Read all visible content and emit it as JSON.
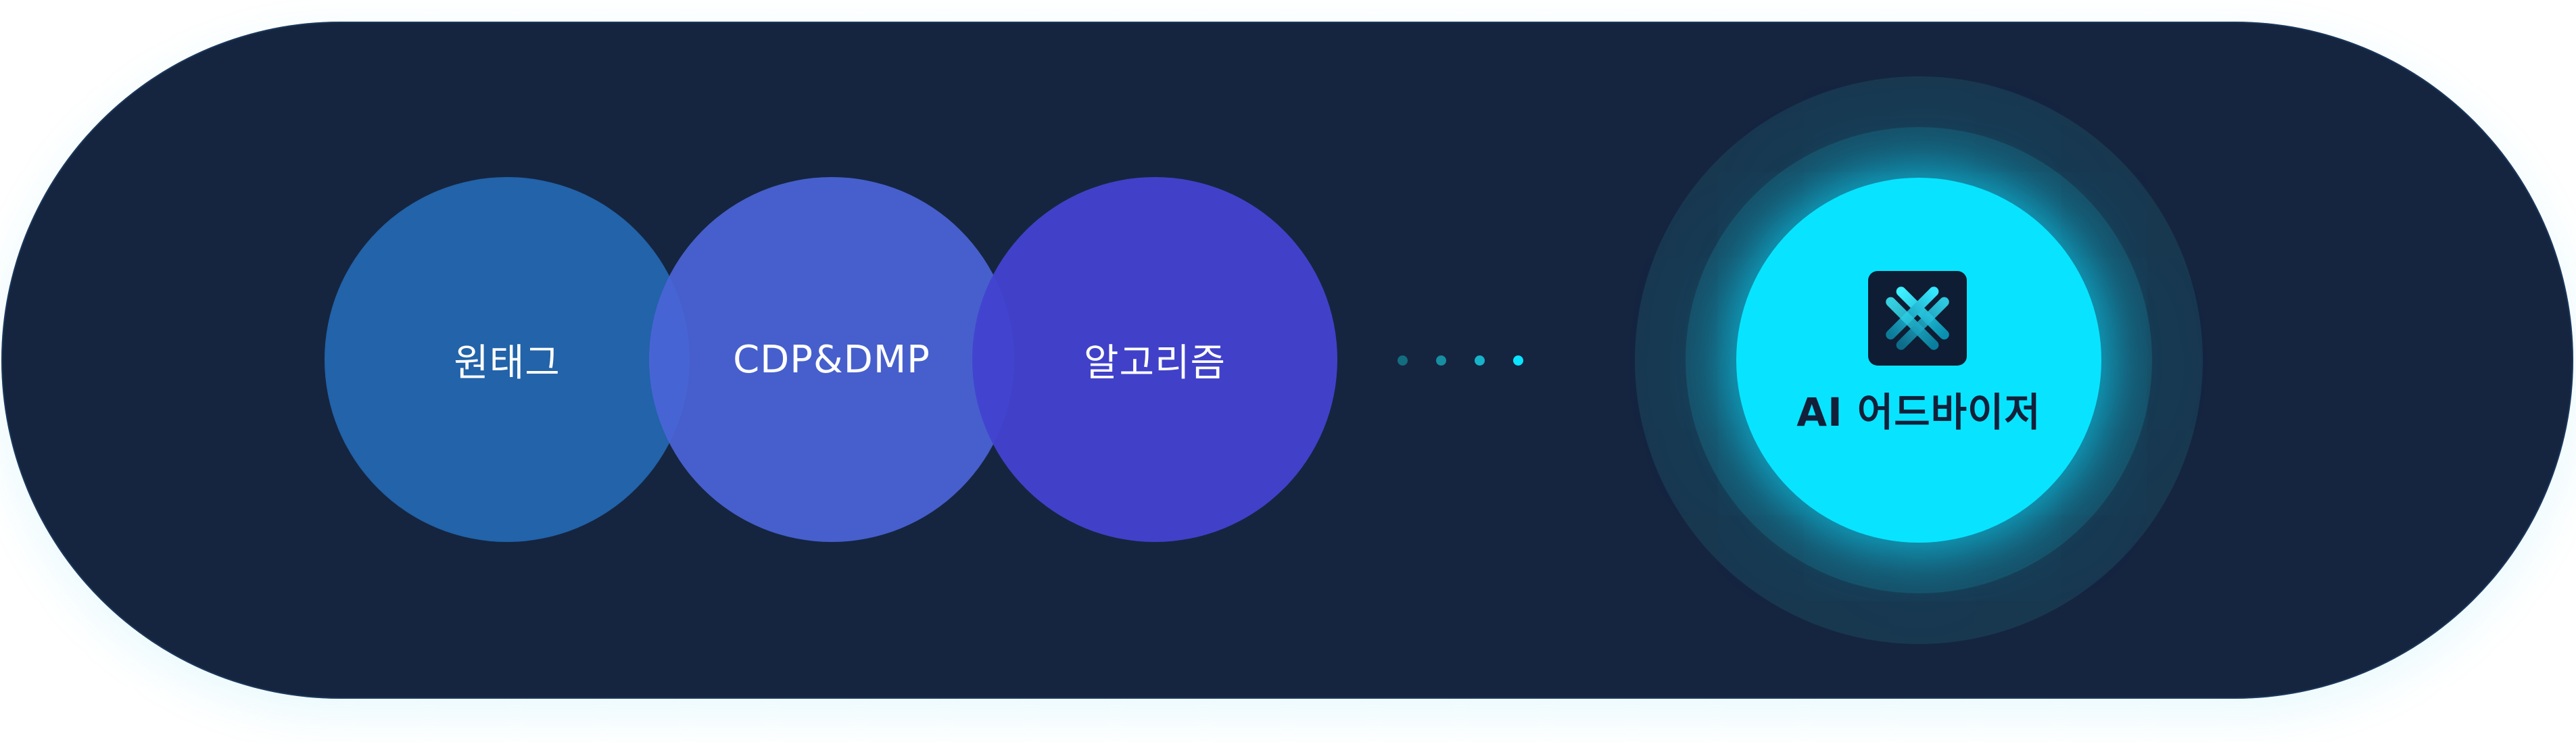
{
  "steps": [
    {
      "label": "원태그"
    },
    {
      "label": "CDP&DMP"
    },
    {
      "label": "알고리즘"
    }
  ],
  "ellipsis_dots": [
    {
      "color": "#136d7f"
    },
    {
      "color": "#178ea2"
    },
    {
      "color": "#16b3c9"
    },
    {
      "color": "#0ae4ff"
    }
  ],
  "advisor": {
    "label": "AI 어드바이저",
    "icon": "ai-advisor-logo-icon"
  },
  "colors": {
    "background": "#152540",
    "step1": "#2263a9",
    "step2": "#4a64d7",
    "step3": "#4242d0",
    "accent": "#08e4ff"
  }
}
